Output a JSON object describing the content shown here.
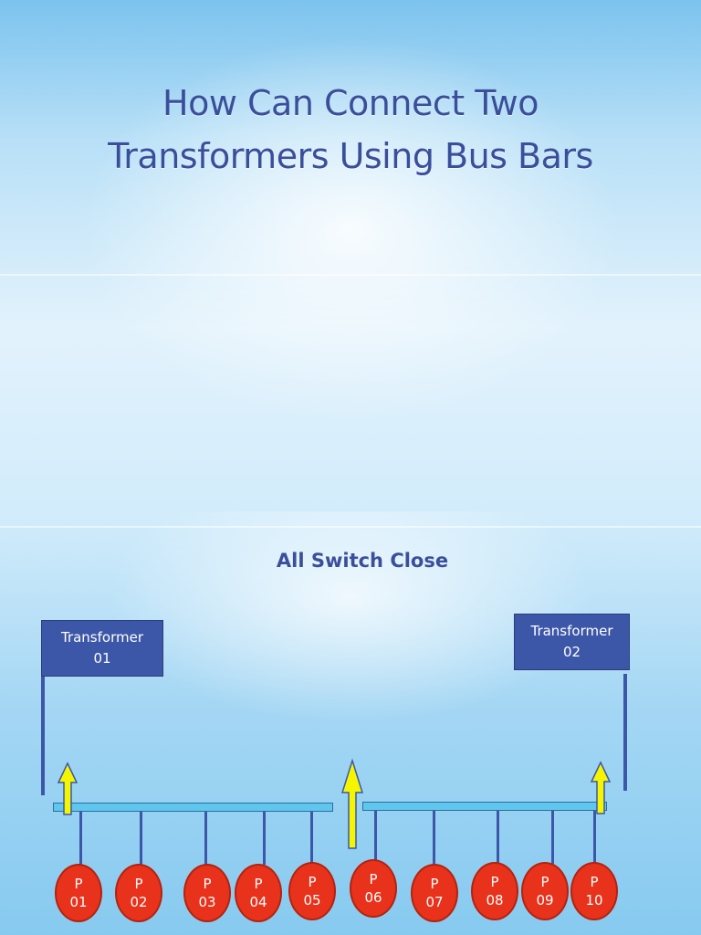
{
  "slide": {
    "title_line1": "How Can Connect Two",
    "title_line2": "Transformers Using Bus Bars",
    "subtitle": "All Switch Close"
  },
  "transformers": [
    {
      "label": "Transformer",
      "number": "01"
    },
    {
      "label": "Transformer",
      "number": "02"
    }
  ],
  "panels": [
    {
      "letter": "P",
      "number": "01"
    },
    {
      "letter": "P",
      "number": "02"
    },
    {
      "letter": "P",
      "number": "03"
    },
    {
      "letter": "P",
      "number": "04"
    },
    {
      "letter": "P",
      "number": "05"
    },
    {
      "letter": "P",
      "number": "06"
    },
    {
      "letter": "P",
      "number": "07"
    },
    {
      "letter": "P",
      "number": "08"
    },
    {
      "letter": "P",
      "number": "09"
    },
    {
      "letter": "P",
      "number": "10"
    }
  ],
  "colors": {
    "title": "#3a4f9b",
    "transformer_box": "#3d57a8",
    "bus_bar": "#60c6ee",
    "panel": "#e8321b",
    "switch_arrow": "#f5f500"
  }
}
